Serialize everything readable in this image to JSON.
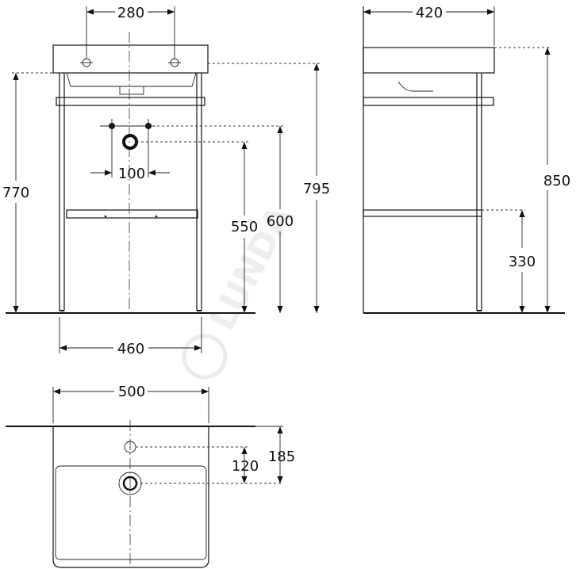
{
  "watermark": "LUNDA",
  "front_view": {
    "dim_tap_spacing": "280",
    "dim_waste_spacing": "100",
    "dim_height_frame": "770",
    "dim_height_total": "795",
    "dim_height_outlet": "550",
    "dim_height_waste": "600",
    "dim_leg_spacing": "460"
  },
  "side_view": {
    "dim_depth": "420",
    "dim_height_total": "850",
    "dim_shelf_height": "330"
  },
  "top_view": {
    "dim_width": "500",
    "dim_tap_offset": "185",
    "dim_drain_offset": "120"
  }
}
